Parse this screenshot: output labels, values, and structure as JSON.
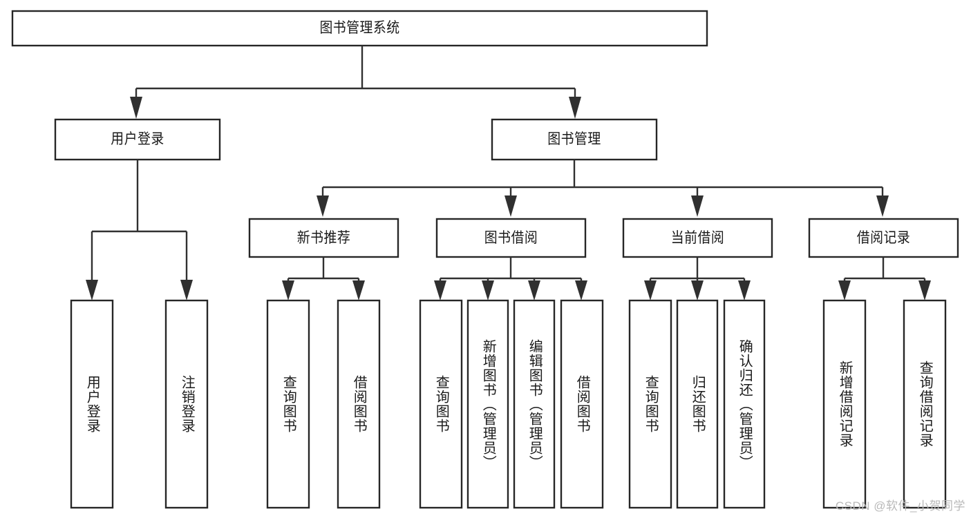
{
  "diagram": {
    "title": "图书管理系统",
    "type": "tree-hierarchy-flowchart",
    "watermark": "CSDN @软件_小贺同学",
    "levels": {
      "root": {
        "label": "图书管理系统"
      },
      "level2": [
        {
          "id": "user-login",
          "label": "用户登录"
        },
        {
          "id": "book-management",
          "label": "图书管理"
        }
      ],
      "level3": [
        {
          "id": "new-book-recommend",
          "label": "新书推荐"
        },
        {
          "id": "book-borrow",
          "label": "图书借阅"
        },
        {
          "id": "current-borrow",
          "label": "当前借阅"
        },
        {
          "id": "borrow-record",
          "label": "借阅记录"
        }
      ],
      "leaves": [
        {
          "id": "leaf-user-login",
          "label": "用户登录",
          "parent": "user-login"
        },
        {
          "id": "leaf-logout-login",
          "label": "注销登录",
          "parent": "user-login"
        },
        {
          "id": "leaf-query-book-1",
          "label": "查询图书",
          "parent": "new-book-recommend"
        },
        {
          "id": "leaf-borrow-book-1",
          "label": "借阅图书",
          "parent": "new-book-recommend"
        },
        {
          "id": "leaf-query-book-2",
          "label": "查询图书",
          "parent": "book-borrow"
        },
        {
          "id": "leaf-add-book",
          "label": "新增图书（管理员）",
          "parent": "book-borrow"
        },
        {
          "id": "leaf-edit-book",
          "label": "编辑图书（管理员）",
          "parent": "book-borrow"
        },
        {
          "id": "leaf-borrow-book-2",
          "label": "借阅图书",
          "parent": "book-borrow"
        },
        {
          "id": "leaf-query-book-3",
          "label": "查询图书",
          "parent": "current-borrow"
        },
        {
          "id": "leaf-return-book",
          "label": "归还图书",
          "parent": "current-borrow"
        },
        {
          "id": "leaf-confirm-return",
          "label": "确认归还（管理员）",
          "parent": "current-borrow"
        },
        {
          "id": "leaf-add-record",
          "label": "新增借阅记录",
          "parent": "borrow-record"
        },
        {
          "id": "leaf-query-record",
          "label": "查询借阅记录",
          "parent": "borrow-record"
        }
      ]
    },
    "colors": {
      "box_border": "#262626",
      "box_fill": "#ffffff",
      "connector": "#303030",
      "text": "#1a1a1a",
      "watermark": "#b9b9b9",
      "background": "#ffffff"
    }
  }
}
